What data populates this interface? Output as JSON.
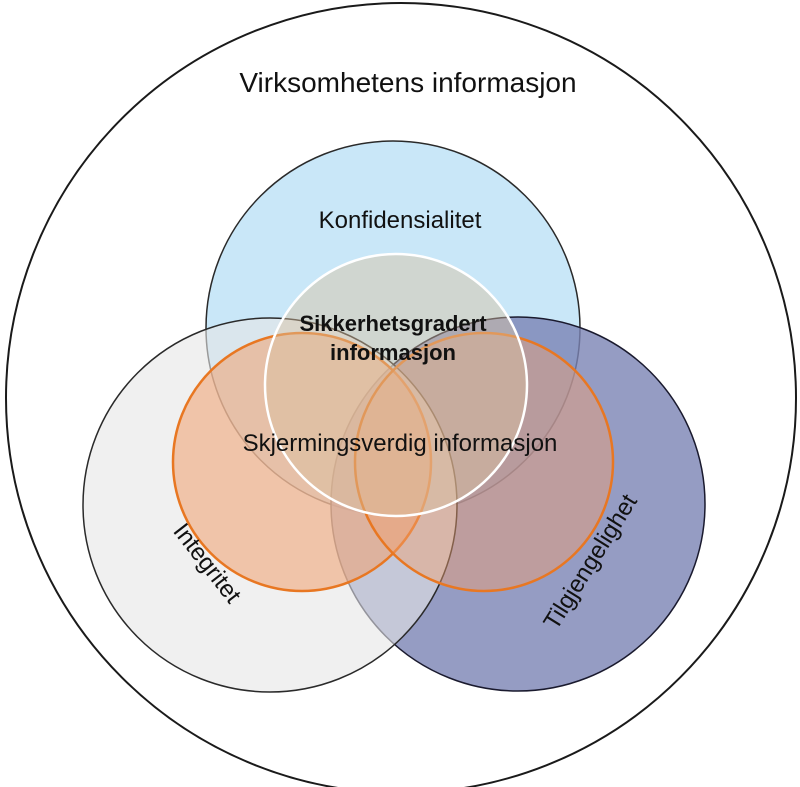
{
  "diagram": {
    "outer_label": "Virksomhetens informasjon",
    "sets": {
      "confidentiality": {
        "label": "Konfidensialitet",
        "fill": "#bfe3f7"
      },
      "integrity": {
        "label": "Integritet",
        "fill": "#e6e6e6"
      },
      "availability": {
        "label": "Tilgjengelighet",
        "fill": "#7b83b4"
      }
    },
    "inner_sets": {
      "protected": {
        "label": "Skjermingsverdig informasjon",
        "fill": "#f0a070",
        "stroke": "#e87722"
      },
      "classified": {
        "label_line1": "Sikkerhetsgradert",
        "label_line2": "informasjon",
        "fill": "#d9c0a0"
      }
    }
  }
}
